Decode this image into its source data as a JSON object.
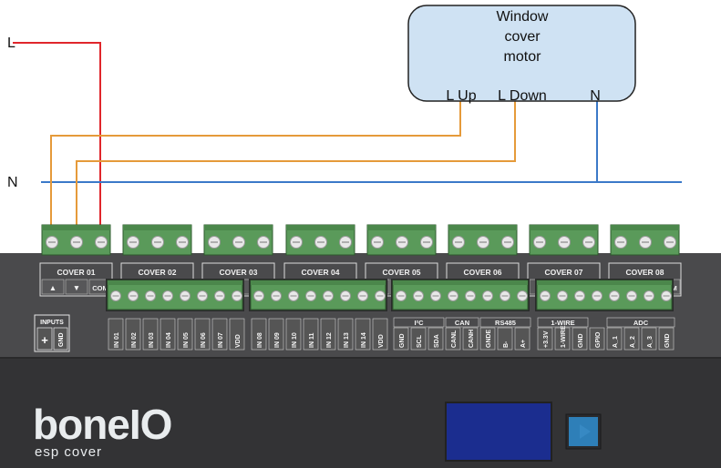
{
  "wires": {
    "line_label": "L",
    "neutral_label": "N",
    "colors": {
      "line": "#e0262b",
      "motor_up": "#e59a3a",
      "motor_down": "#e59a3a",
      "neutral": "#3b79c8"
    }
  },
  "motor": {
    "title_lines": [
      "Window",
      "cover",
      "motor"
    ],
    "terminal_up": "L Up",
    "terminal_down": "L Down",
    "terminal_neutral": "N",
    "fill": "#cfe2f3"
  },
  "device": {
    "brand": "boneIO",
    "subtitle": "esp cover",
    "cover_channels": [
      "COVER 01",
      "COVER 02",
      "COVER 03",
      "COVER 04",
      "COVER 05",
      "COVER 06",
      "COVER 07",
      "COVER 08"
    ],
    "cover_terminals": [
      "▲",
      "▼",
      "COM"
    ],
    "inputs_block": {
      "title": "INPUTS",
      "pins": [
        "+",
        "GND"
      ]
    },
    "input_groups": [
      [
        "IN 01",
        "IN 02",
        "IN 03",
        "IN 04",
        "IN 05",
        "IN 06",
        "IN 07",
        "VDD"
      ],
      [
        "IN 08",
        "IN 09",
        "IN 10",
        "IN 11",
        "IN 12",
        "IN 13",
        "IN 14",
        "VDD"
      ]
    ],
    "bus_group": {
      "headers": [
        "I²C",
        "CAN",
        "RS485"
      ],
      "pins": [
        "GND",
        "SCL",
        "SDA",
        "CANL",
        "CANH",
        "GNDE",
        "B-",
        "A+"
      ]
    },
    "misc_group": {
      "headers": [
        "1-WIRE",
        "ADC"
      ],
      "pins": [
        "+3.3V",
        "1-WIRE",
        "GND",
        "GPIO",
        "A_1",
        "A_2",
        "A_3",
        "GND"
      ]
    },
    "colors": {
      "body": "#3d3d3f",
      "terminal_green": "#5a9a5a",
      "display": "#1b2d8f",
      "button": "#2e7fb8"
    }
  }
}
